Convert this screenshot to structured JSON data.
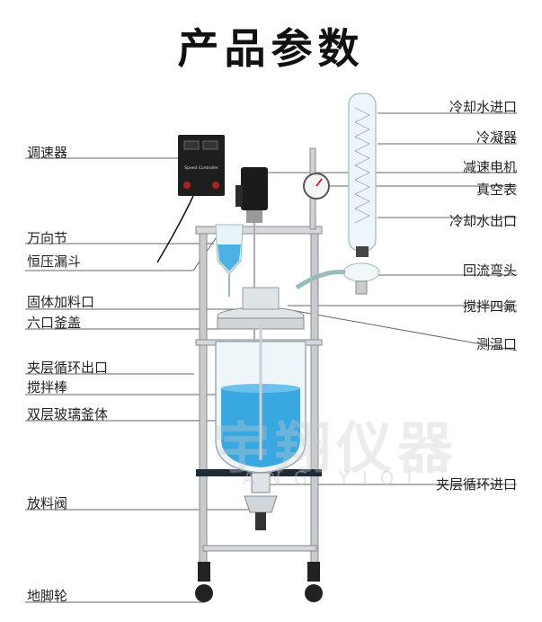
{
  "title": "产品参数",
  "watermark": {
    "text": "宇翔仪器",
    "sub": "ANG YIQI"
  },
  "controller": {
    "label": "Speed Controller"
  },
  "left_labels": [
    "调速器",
    "万向节",
    "恒压漏斗",
    "固体加料口",
    "六口釜盖",
    "夹层循环出口",
    "搅拌棒",
    "双层玻璃釜体",
    "放料阀",
    "地脚轮"
  ],
  "right_labels": [
    "冷却水进口",
    "冷凝器",
    "减速电机",
    "真空表",
    "冷却水出口",
    "回流弯头",
    "搅拌四氟",
    "测温口",
    "夹层循环进口"
  ],
  "colors": {
    "liquid": "#3aa8e0",
    "steel": "#b9bec4",
    "dark": "#2a2a2a",
    "line": "#555555"
  }
}
